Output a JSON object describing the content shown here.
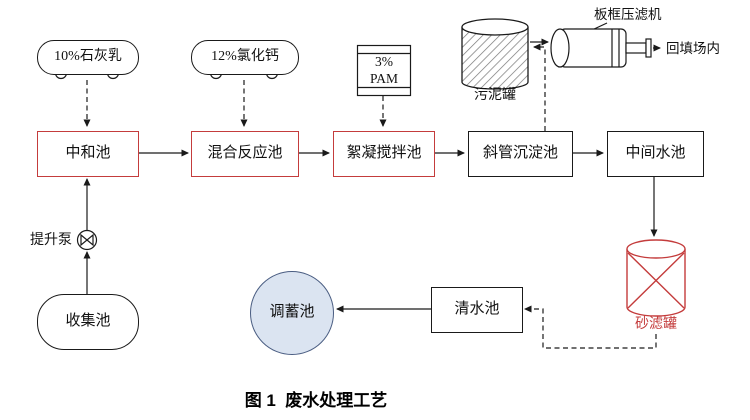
{
  "figure_caption": "图 1  废水处理工艺",
  "colors": {
    "process_red": "#c43c3c",
    "line_black": "#1a1a1a",
    "regulating_fill": "#dbe4f1",
    "regulating_border": "#4a5d82"
  },
  "dosing": {
    "lime_milk": "10%石灰乳",
    "calcium_chloride": "12%氯化钙",
    "pam_line1": "3%",
    "pam_line2": "PAM"
  },
  "units": {
    "collection_basin": "收集池",
    "lift_pump": "提升泵",
    "neutralization_basin": "中和池",
    "mixing_reaction_basin": "混合反应池",
    "flocculation_basin": "絮凝搅拌池",
    "inclined_tube_sedimentation_basin": "斜管沉淀池",
    "intermediate_basin": "中间水池",
    "sand_filter_tank": "砂滤罐",
    "clean_water_basin": "清水池",
    "regulating_basin": "调蓄池",
    "sludge_tank": "污泥罐",
    "filter_press": "板框压滤机",
    "backfill_site": "回填场内"
  }
}
